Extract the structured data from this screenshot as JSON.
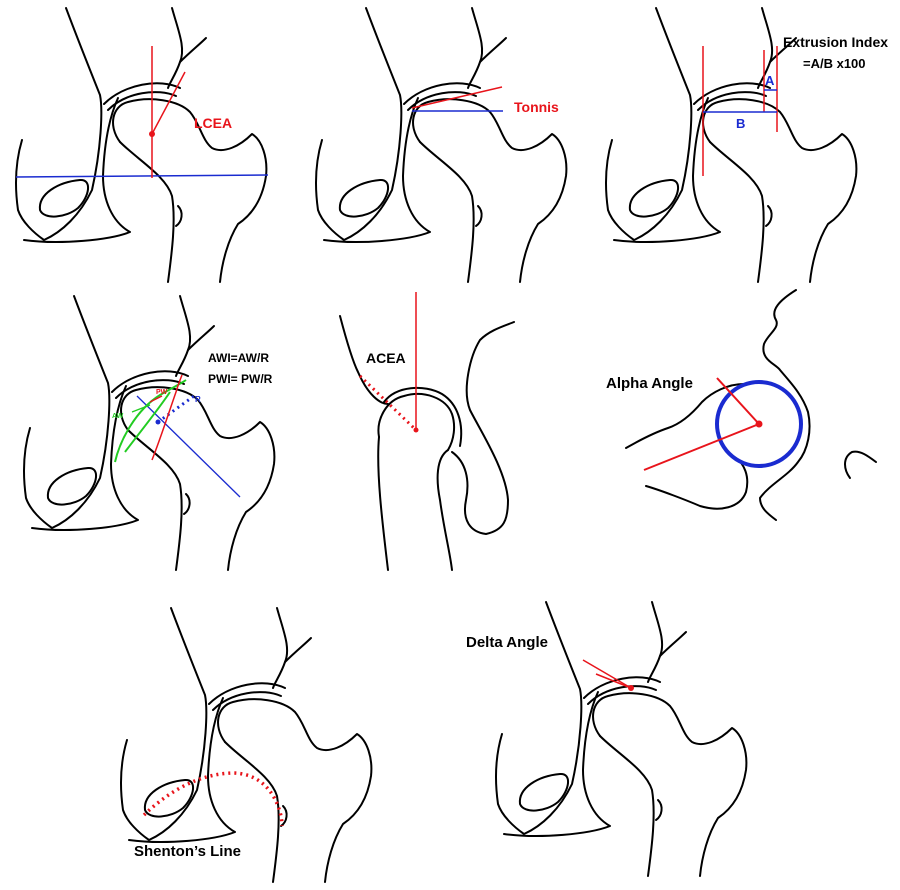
{
  "colors": {
    "outline": "#000000",
    "red": "#e8141b",
    "blue": "#1a2bd0",
    "green": "#22cc22"
  },
  "panels": {
    "lcea": {
      "label": "LCEA"
    },
    "tonnis": {
      "label": "Tonnis"
    },
    "extrusion": {
      "title": "Extrusion Index",
      "formula": "=A/B x100",
      "a_label": "A",
      "b_label": "B"
    },
    "wall_index": {
      "awi": "AWI=AW/R",
      "pwi": "PWI= PW/R",
      "aw": "AW",
      "pw": "PW",
      "r": "R"
    },
    "acea": {
      "label": "ACEA"
    },
    "alpha": {
      "label": "Alpha Angle"
    },
    "shenton": {
      "label": "Shenton’s Line"
    },
    "delta": {
      "label": "Delta Angle"
    }
  }
}
